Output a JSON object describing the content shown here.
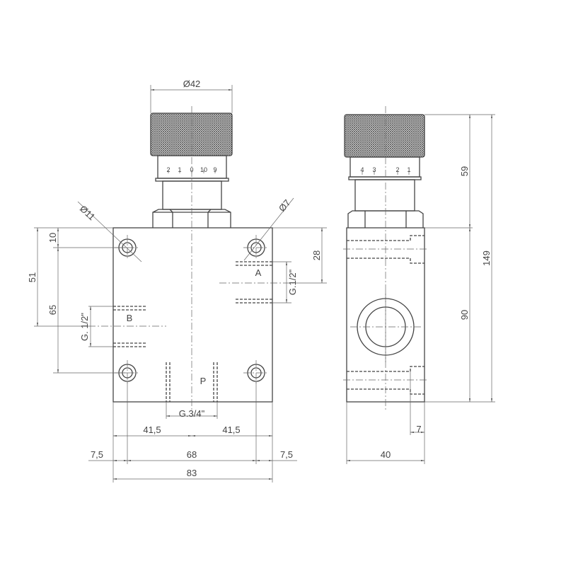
{
  "front": {
    "dia_knob": "Ø42",
    "dia_hole_large": "Ø11",
    "dia_hole_small": "Ø7",
    "scale": [
      "2",
      "1",
      "0",
      "10",
      "9"
    ],
    "port_a": "A",
    "port_b": "B",
    "port_p": "P",
    "thread_a": "G.1/2\"",
    "thread_b": "G. 1/2\"",
    "thread_p": "G.3/4\"",
    "dim_10": "10",
    "dim_51": "51",
    "dim_65": "65",
    "dim_28": "28",
    "dim_half_left": "41,5",
    "dim_half_right": "41,5",
    "dim_edge_left": "7,5",
    "dim_holes": "68",
    "dim_edge_right": "7,5",
    "dim_width": "83"
  },
  "side": {
    "scale": [
      "4",
      "3",
      "2",
      "1"
    ],
    "dim_59": "59",
    "dim_90": "90",
    "dim_149": "149",
    "dim_7": "7",
    "dim_40": "40"
  }
}
